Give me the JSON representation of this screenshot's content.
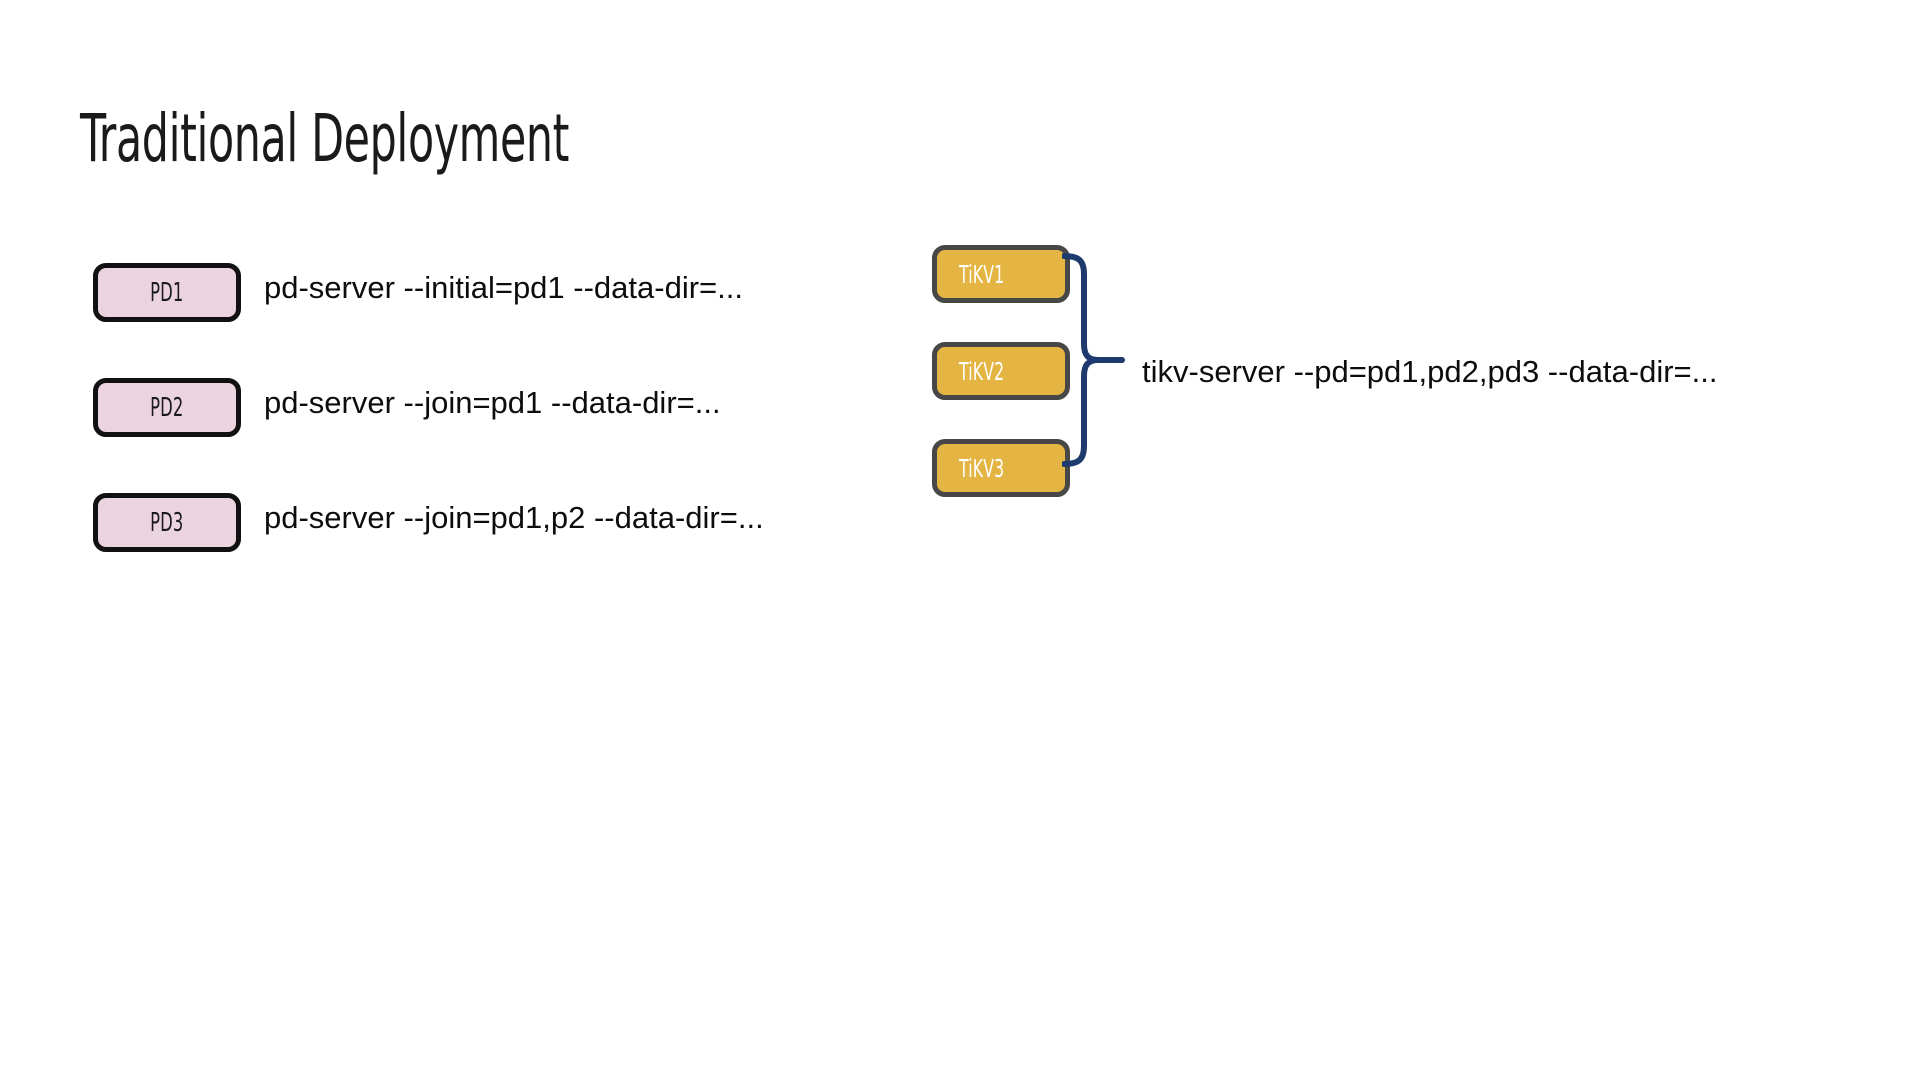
{
  "slide": {
    "title": "Traditional Deployment",
    "background_color": "#FFFFFF"
  },
  "colors": {
    "pd_fill": "#EBD4E0",
    "pd_border": "#111111",
    "tikv_fill": "#E4B542",
    "tikv_border": "#474747",
    "tikv_label": "#FFFFFF",
    "brace": "#1F3A6E",
    "text": "#0D0D0D"
  },
  "pd_group": {
    "nodes": [
      {
        "label": "PD1",
        "command": "pd-server --initial=pd1 --data-dir=..."
      },
      {
        "label": "PD2",
        "command": "pd-server --join=pd1 --data-dir=..."
      },
      {
        "label": "PD3",
        "command": "pd-server --join=pd1,p2 --data-dir=..."
      }
    ]
  },
  "tikv_group": {
    "nodes": [
      {
        "label": "TiKV1"
      },
      {
        "label": "TiKV2"
      },
      {
        "label": "TiKV3"
      }
    ],
    "connector": "curly-brace",
    "command": "tikv-server --pd=pd1,pd2,pd3 --data-dir=..."
  }
}
